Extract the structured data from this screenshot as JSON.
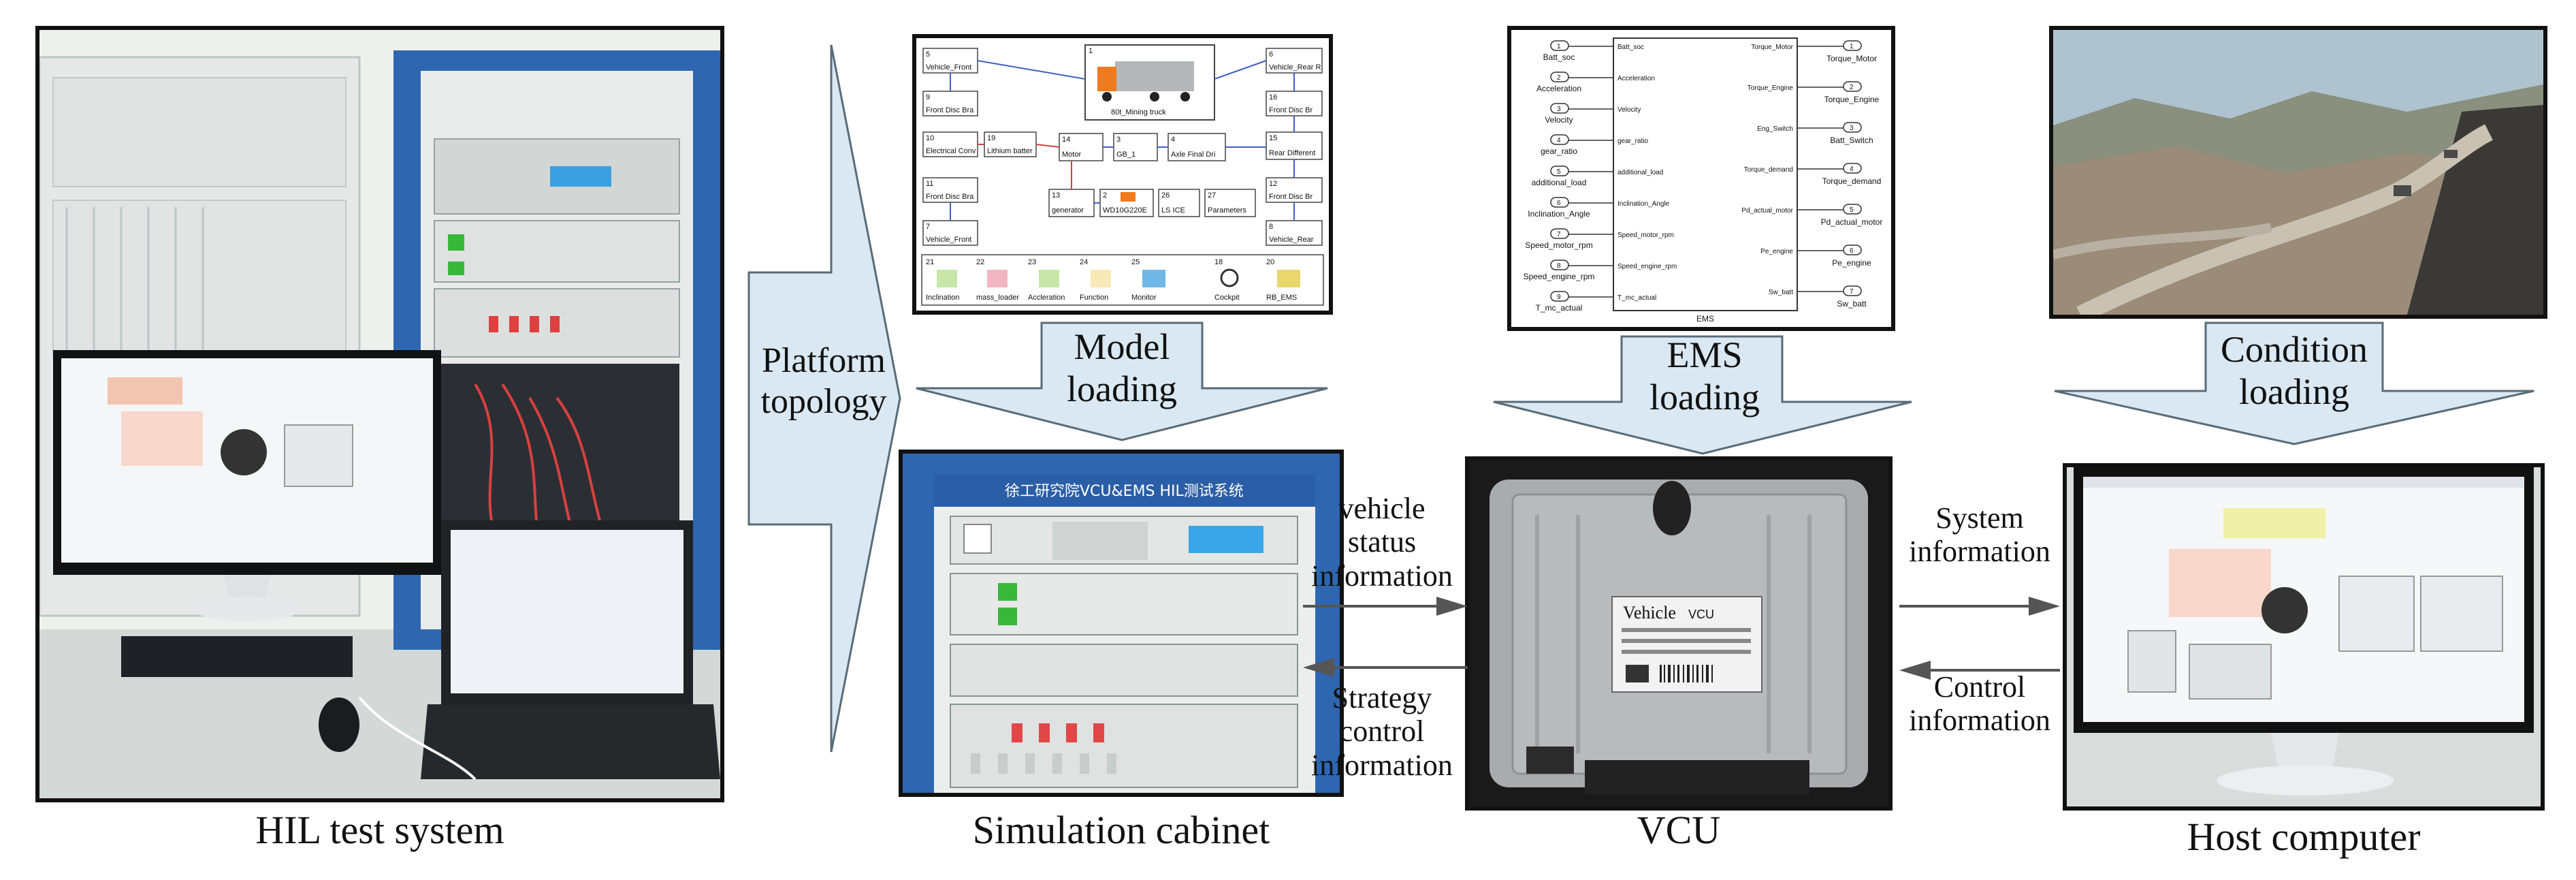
{
  "colors": {
    "arrow_fill": "#d9e8f2",
    "arrow_stroke": "#5a6b78",
    "cabinet_blue": "#2f66b0",
    "sky_blue": "#aec3cf"
  },
  "captions": {
    "hil": "HIL test system",
    "cabinet": "Simulation cabinet",
    "vcu": "VCU",
    "host": "Host computer"
  },
  "arrows": {
    "platform": [
      "Platform",
      "topology"
    ],
    "model": [
      "Model",
      "loading"
    ],
    "ems": [
      "EMS",
      "loading"
    ],
    "condition": [
      "Condition",
      "loading"
    ],
    "vehicle_status": [
      "vehicle",
      "status",
      "information"
    ],
    "strategy": [
      "Strategy",
      "control",
      "information"
    ],
    "system_info": [
      "System",
      "information"
    ],
    "control_info": [
      "Control",
      "information"
    ]
  },
  "cabinet_header": "徐工研究院VCU&EMS HIL测试系统",
  "vcu_label": {
    "brand": "Vehicle",
    "model": "VCU"
  },
  "model_blocks": [
    {
      "num": "1",
      "label": "80t_Mining truck"
    },
    {
      "num": "5",
      "label": "Vehicle_Front"
    },
    {
      "num": "9",
      "label": "Front Disc Bra"
    },
    {
      "num": "10",
      "label": "Electrical Conv"
    },
    {
      "num": "19",
      "label": "Lithium batter"
    },
    {
      "num": "14",
      "label": "Motor"
    },
    {
      "num": "3",
      "label": "GB_1"
    },
    {
      "num": "4",
      "label": "Axle Final Dri"
    },
    {
      "num": "15",
      "label": "Rear Different"
    },
    {
      "num": "6",
      "label": "Vehicle_Rear R"
    },
    {
      "num": "16",
      "label": "Front Disc Br"
    },
    {
      "num": "11",
      "label": "Front Disc Bra"
    },
    {
      "num": "13",
      "label": "generator"
    },
    {
      "num": "2",
      "label": "WD10G220E"
    },
    {
      "num": "26",
      "label": "LS ICE"
    },
    {
      "num": "27",
      "label": "Parameters"
    },
    {
      "num": "12",
      "label": "Front Disc Br"
    },
    {
      "num": "7",
      "label": "Vehicle_Front"
    },
    {
      "num": "8",
      "label": "Vehicle_Rear"
    },
    {
      "num": "21",
      "label": "Inclination"
    },
    {
      "num": "22",
      "label": "mass_loader"
    },
    {
      "num": "23",
      "label": "Accleration"
    },
    {
      "num": "24",
      "label": "Function"
    },
    {
      "num": "25",
      "label": "Monitor"
    },
    {
      "num": "18",
      "label": "Cockpit"
    },
    {
      "num": "20",
      "label": "RB_EMS"
    }
  ],
  "ems_inputs": [
    {
      "num": "1",
      "label": "Batt_soc",
      "port": "Batt_soc"
    },
    {
      "num": "2",
      "label": "Acceleration",
      "port": "Acceleration"
    },
    {
      "num": "3",
      "label": "Velocity",
      "port": "Velocity"
    },
    {
      "num": "4",
      "label": "gear_ratio",
      "port": "gear_ratio"
    },
    {
      "num": "5",
      "label": "additional_load",
      "port": "additional_load"
    },
    {
      "num": "6",
      "label": "Inclination_Angle",
      "port": "Inclination_Angle"
    },
    {
      "num": "7",
      "label": "Speed_motor_rpm",
      "port": "Speed_motor_rpm"
    },
    {
      "num": "8",
      "label": "Speed_engine_rpm",
      "port": "Speed_engine_rpm"
    },
    {
      "num": "9",
      "label": "T_mc_actual",
      "port": "T_mc_actual"
    }
  ],
  "ems_outputs": [
    {
      "num": "1",
      "port": "Torque_Motor",
      "label": "Torque_Motor"
    },
    {
      "num": "2",
      "port": "Torque_Engine",
      "label": "Torque_Engine"
    },
    {
      "num": "3",
      "port": "Eng_Switch",
      "label": "Batt_Switch"
    },
    {
      "num": "4",
      "port": "Torque_demand",
      "label": "Torque_demand"
    },
    {
      "num": "5",
      "port": "Pd_actual_motor",
      "label": "Pd_actual_motor"
    },
    {
      "num": "6",
      "port": "Pe_engine",
      "label": "Pe_engine"
    },
    {
      "num": "7",
      "port": "Sw_batt",
      "label": "Sw_batt"
    }
  ],
  "ems_block_name": "EMS"
}
